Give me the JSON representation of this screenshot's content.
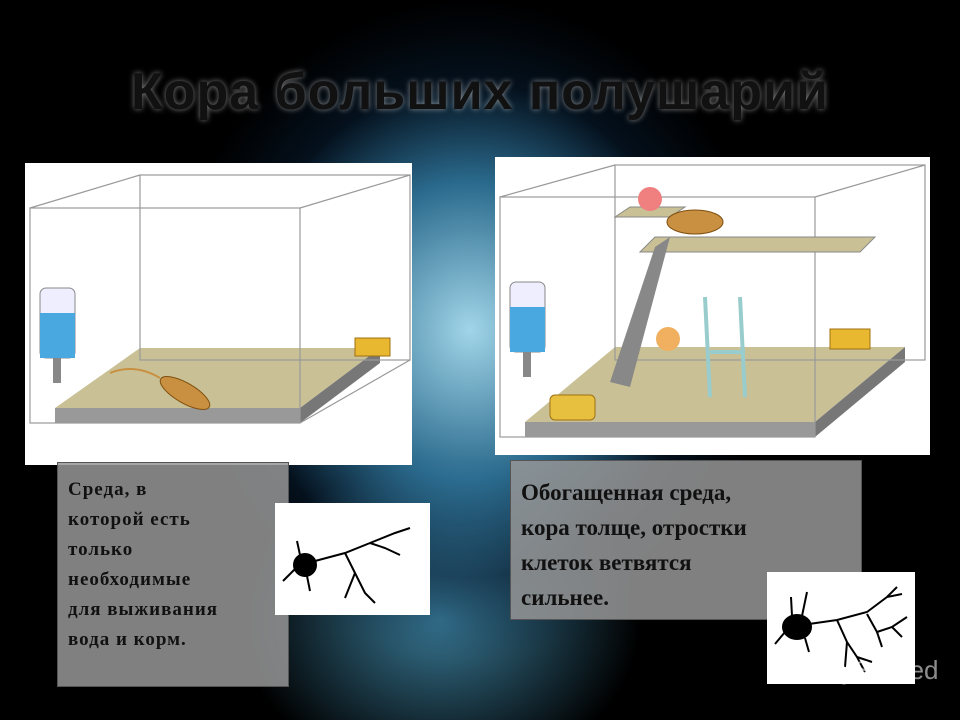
{
  "title": "Кора больших полушарий",
  "left_caption": [
    "Среда, в",
    "которой есть",
    "только",
    "необходимые",
    "для выживания",
    "вода и корм."
  ],
  "right_caption": [
    "Обогащенная среда,",
    "кора толще, отростки",
    "клеток ветвятся",
    "сильнее."
  ],
  "watermark": "MyShared"
}
